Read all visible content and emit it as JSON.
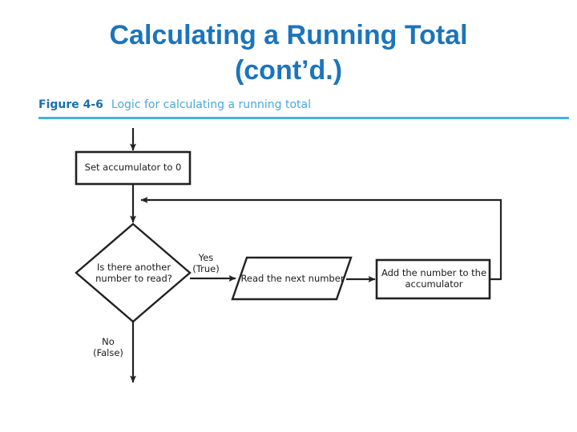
{
  "slide": {
    "title_line1": "Calculating a Running Total",
    "title_line2": "(cont’d.)",
    "title_color": "#1B75BC",
    "background_color": "#FFFFFF"
  },
  "figure": {
    "number": "Figure 4-6",
    "caption": "Logic for calculating a running total",
    "number_color": "#1A6FA8",
    "caption_color": "#4AA8D8",
    "rule_color": "#3FB3E3"
  },
  "flowchart": {
    "type": "flowchart",
    "stroke_color": "#222222",
    "fill_color": "#FFFFFF",
    "nodes": [
      {
        "id": "start-arrow",
        "shape": "arrow",
        "label": ""
      },
      {
        "id": "set-accumulator",
        "shape": "process",
        "label": "Set accumulator to 0"
      },
      {
        "id": "decision",
        "shape": "decision",
        "label": "Is there another\nnumber to read?"
      },
      {
        "id": "read-number",
        "shape": "input-output",
        "label": "Read the next number"
      },
      {
        "id": "add-number",
        "shape": "process",
        "label": "Add the number to the\naccumulator"
      }
    ],
    "edges": [
      {
        "id": "edge-yes",
        "from": "decision",
        "to": "read-number",
        "label": "Yes\n(True)"
      },
      {
        "id": "edge-read-to-add",
        "from": "read-number",
        "to": "add-number",
        "label": ""
      },
      {
        "id": "edge-loop-back",
        "from": "add-number",
        "to": "decision",
        "label": ""
      },
      {
        "id": "edge-no",
        "from": "decision",
        "to": "exit",
        "label": "No\n(False)"
      }
    ],
    "labels": {
      "yes_true": "Yes\n(True)",
      "no_false": "No\n(False)"
    }
  }
}
